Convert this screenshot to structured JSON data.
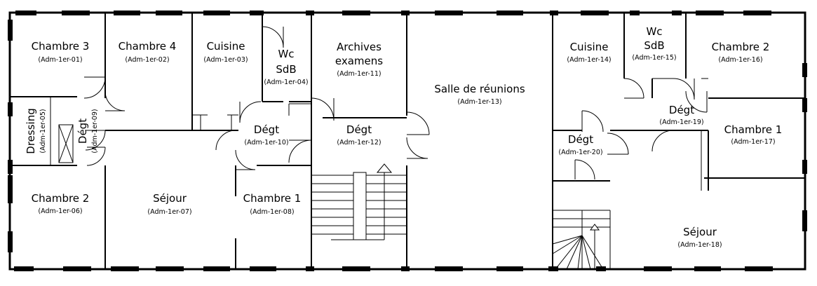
{
  "rooms": [
    {
      "name": "Chambre 3",
      "code": "(Adm-1er-01)"
    },
    {
      "name": "Chambre 4",
      "code": "(Adm-1er-02)"
    },
    {
      "name": "Cuisine",
      "code": "(Adm-1er-03)"
    },
    {
      "name": "Wc",
      "name2": "SdB",
      "code": "(Adm-1er-04)"
    },
    {
      "name": "Dressing",
      "code": "(Adm-1er-05)"
    },
    {
      "name": "Chambre 2",
      "code": "(Adm-1er-06)"
    },
    {
      "name": "Séjour",
      "code": "(Adm-1er-07)"
    },
    {
      "name": "Chambre 1",
      "code": "(Adm-1er-08)"
    },
    {
      "name": "Dégt",
      "code": "(Adm-1er-09)"
    },
    {
      "name": "Dégt",
      "code": "(Adm-1er-10)"
    },
    {
      "name": "Archives",
      "name2": "examens",
      "code": "(Adm-1er-11)"
    },
    {
      "name": "Dégt",
      "code": "(Adm-1er-12)"
    },
    {
      "name": "Salle de réunions",
      "code": "(Adm-1er-13)"
    },
    {
      "name": "Cuisine",
      "code": "(Adm-1er-14)"
    },
    {
      "name": "Wc",
      "name2": "SdB",
      "code": "(Adm-1er-15)"
    },
    {
      "name": "Chambre 2",
      "code": "(Adm-1er-16)"
    },
    {
      "name": "Chambre 1",
      "code": "(Adm-1er-17)"
    },
    {
      "name": "Séjour",
      "code": "(Adm-1er-18)"
    },
    {
      "name": "Dégt",
      "code": "(Adm-1er-19)"
    },
    {
      "name": "Dégt",
      "code": "(Adm-1er-20)"
    }
  ]
}
